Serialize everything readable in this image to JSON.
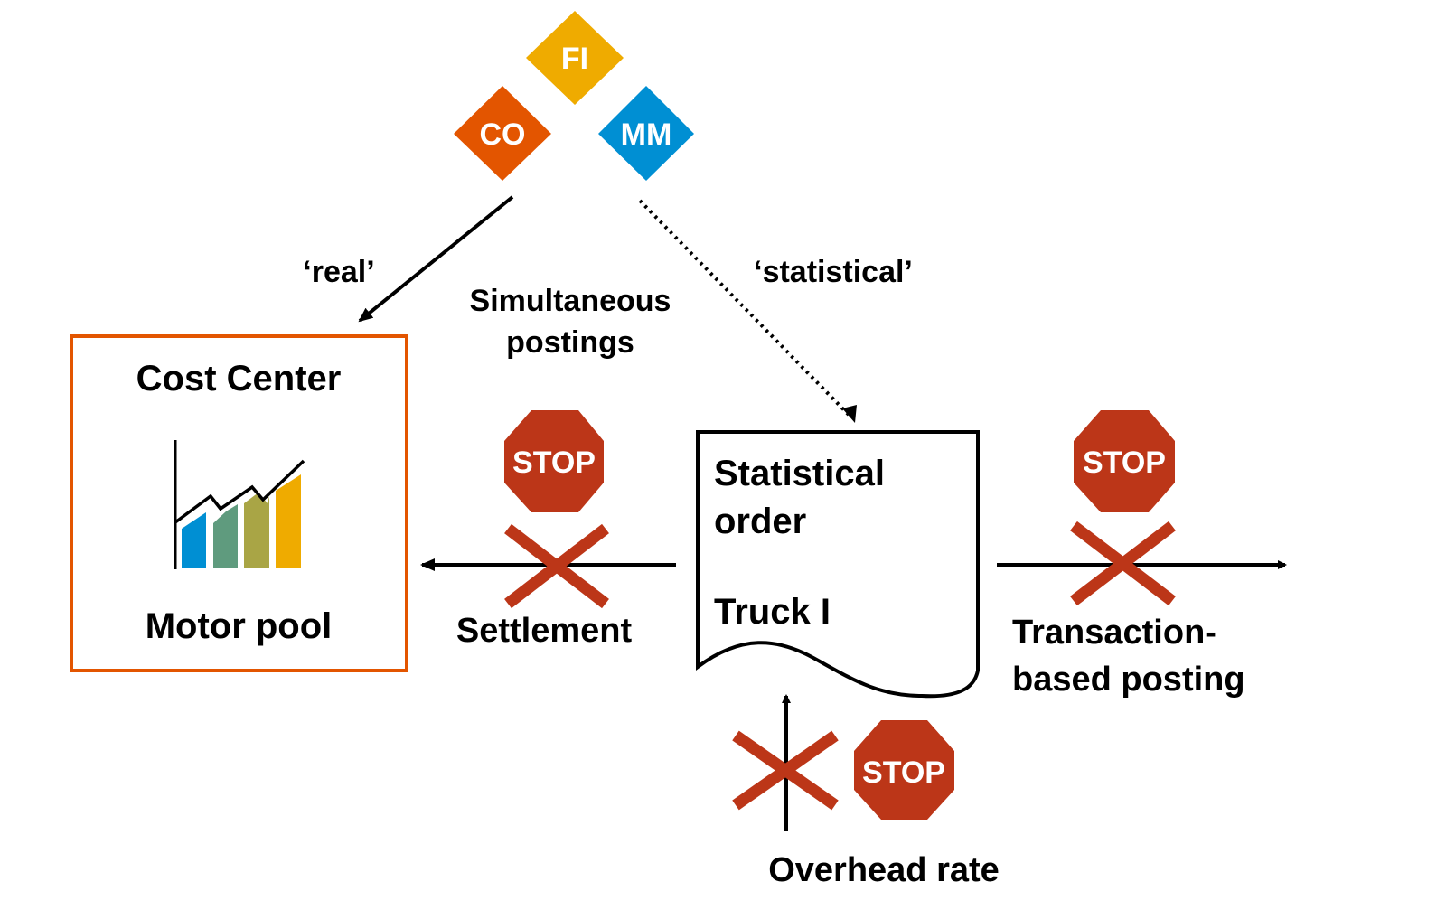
{
  "modules": [
    {
      "label": "FI",
      "color": "#EFAB00"
    },
    {
      "label": "CO",
      "color": "#E35500"
    },
    {
      "label": "MM",
      "color": "#008FD3"
    }
  ],
  "arrows": {
    "real_label": "‘real’",
    "statistical_label": "‘statistical’",
    "simultaneous_line1": "Simultaneous",
    "simultaneous_line2": "postings"
  },
  "cost_center": {
    "title": "Cost Center",
    "subtitle": "Motor pool",
    "border_color": "#E35500",
    "icon": "bar-chart-trend-icon",
    "bar_colors": [
      "#008FD3",
      "#5F9B7E",
      "#A9A545",
      "#EFAB00"
    ]
  },
  "statistical_order": {
    "line1": "Statistical",
    "line2": "order",
    "line3": "Truck I"
  },
  "blocked": {
    "stop_label": "STOP",
    "stop_color": "#BC3618",
    "settlement_label": "Settlement",
    "transaction_line1": "Transaction-",
    "transaction_line2": "based posting",
    "overhead_label": "Overhead rate"
  }
}
